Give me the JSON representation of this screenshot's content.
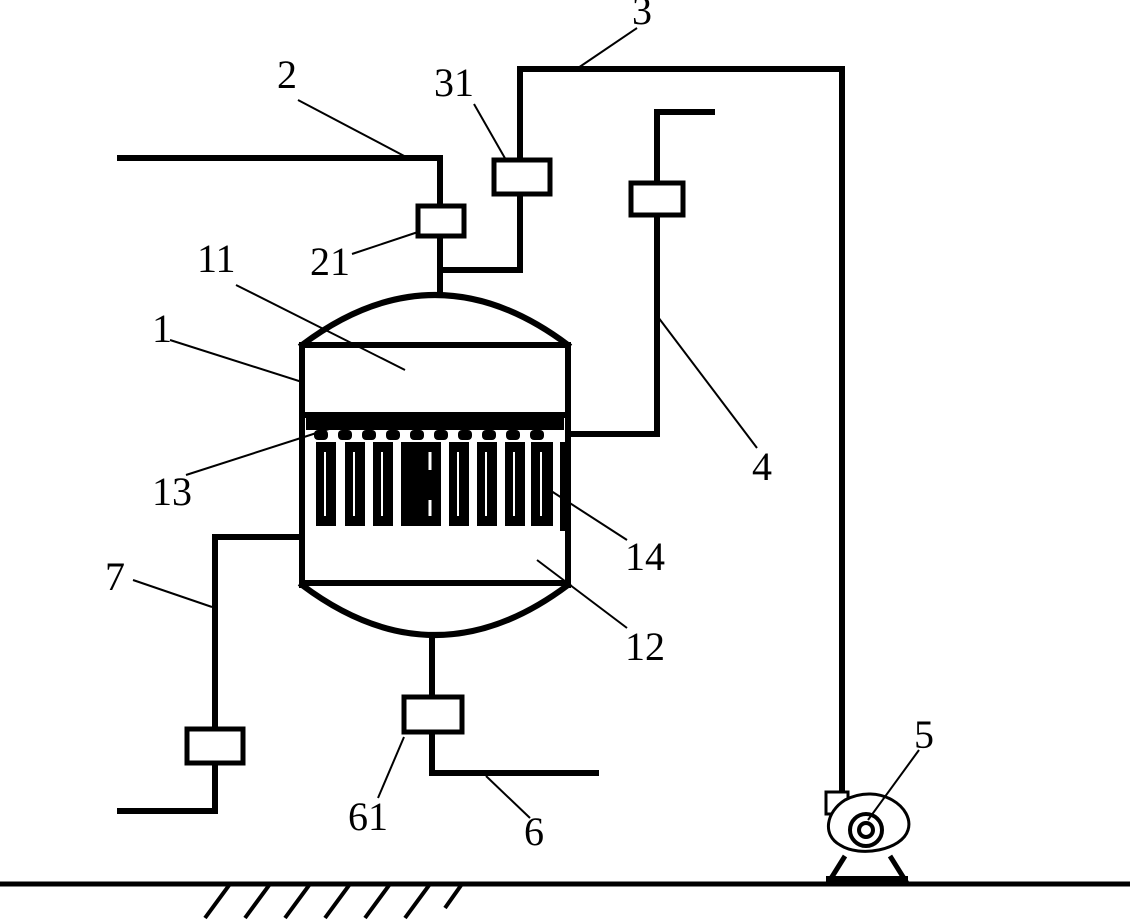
{
  "labels": {
    "l1": "1",
    "l2": "2",
    "l3": "3",
    "l4": "4",
    "l5": "5",
    "l6": "6",
    "l7": "7",
    "l11": "11",
    "l12": "12",
    "l13": "13",
    "l14": "14",
    "l21": "21",
    "l31": "31",
    "l61": "61"
  }
}
